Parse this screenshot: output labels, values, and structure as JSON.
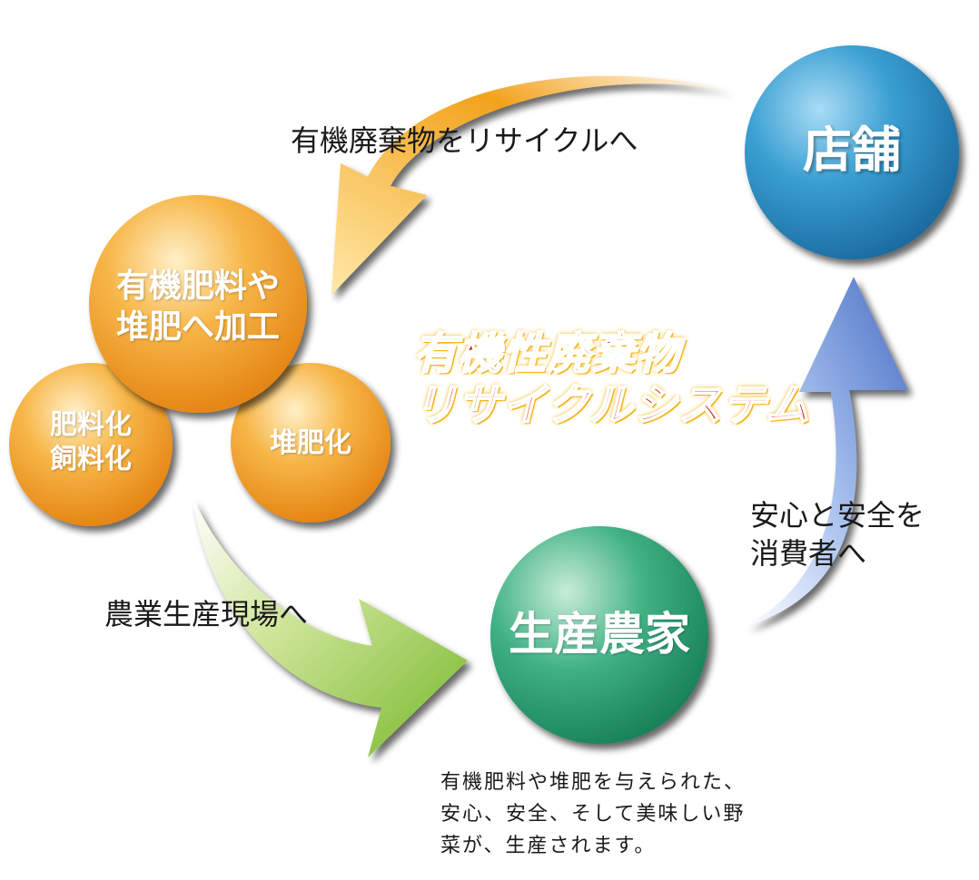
{
  "nodes": {
    "store": "店舗",
    "processing": [
      "有機肥料や",
      "堆肥へ加工"
    ],
    "feed": [
      "肥料化",
      "飼料化"
    ],
    "compost": "堆肥化",
    "farmer": "生産農家"
  },
  "title": [
    "有機性廃棄物",
    "リサイクルシステム"
  ],
  "arrows": {
    "store_to_processing": "有機廃棄物をリサイクルへ",
    "processing_to_farmer": "農業生産現場へ",
    "farmer_to_store": [
      "安心と安全を",
      "消費者へ"
    ]
  },
  "note": [
    "有機肥料や堆肥を与えられた、",
    "安心、安全、そして美味しい野",
    "菜が、生産されます。"
  ],
  "colors": {
    "store": "#2a8fc4",
    "orange": "#f08c0c",
    "farmer": "#1f9a6c",
    "title_red": "#cc1a14",
    "arrow_top": "#f2a020",
    "arrow_left": "#8cc63e",
    "arrow_right": "#6a8fd4"
  }
}
